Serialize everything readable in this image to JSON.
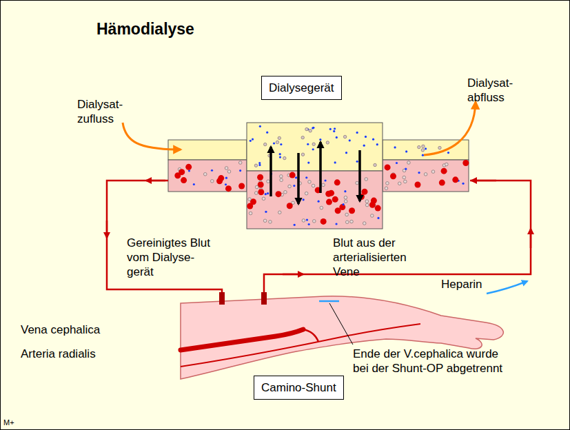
{
  "diagram": {
    "title": "Hämodialyse",
    "nodes": [
      {
        "text": [
          "Dialysegerät"
        ]
      },
      {
        "text": [
          "Camino-Shunt"
        ]
      }
    ],
    "labels": [
      "Dialysat- zufluss",
      "Dialysat- abfluss",
      "Gereinigtes Blut vom Dialyse- gerät",
      "Blut aus der arterialisierten Vene",
      "Heparin",
      "Vena cephalica",
      "Arteria radialis",
      "Ende der V.cephalica wurde bei der Shunt-OP abgetrennt",
      "M+"
    ]
  }
}
